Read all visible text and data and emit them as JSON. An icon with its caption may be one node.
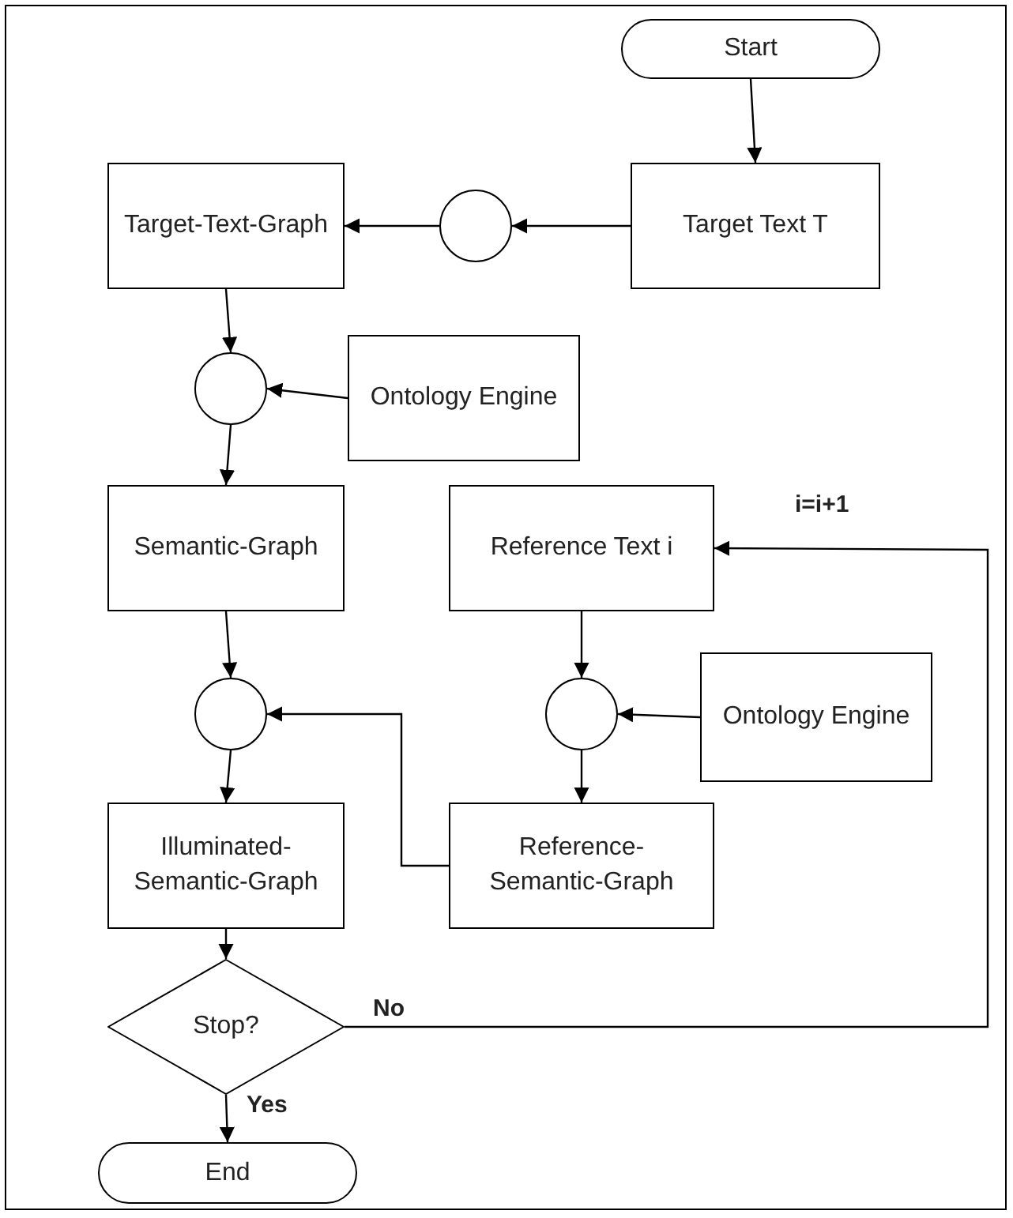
{
  "diagram": {
    "nodes": [
      {
        "text": [
          "Start"
        ]
      },
      {
        "text": [
          "Target Text T"
        ]
      },
      {
        "text": [],
        "shape": "circle"
      },
      {
        "text": [
          "Target-Text-Graph"
        ]
      },
      {
        "text": [],
        "shape": "circle"
      },
      {
        "text": [
          "Ontology Engine"
        ]
      },
      {
        "text": [
          "Semantic-Graph"
        ]
      },
      {
        "text": [
          "Reference Text i"
        ]
      },
      {
        "text": [],
        "shape": "circle"
      },
      {
        "text": [],
        "shape": "circle"
      },
      {
        "text": [
          "Ontology Engine"
        ]
      },
      {
        "text": [
          "Illuminated-Semantic-Graph"
        ]
      },
      {
        "text": [
          "Reference-Semantic-Graph"
        ]
      },
      {
        "text": [
          "Stop?"
        ]
      },
      {
        "text": [
          "End"
        ]
      }
    ],
    "edges": [
      {
        "from": 0,
        "to": 1,
        "arrow": "to"
      },
      {
        "from": 1,
        "to": 2,
        "arrow": "to"
      },
      {
        "from": 2,
        "to": 3,
        "arrow": "to"
      },
      {
        "from": 3,
        "to": 4,
        "arrow": "to"
      },
      {
        "from": 5,
        "to": 4,
        "arrow": "to"
      },
      {
        "from": 4,
        "to": 6,
        "arrow": "to"
      },
      {
        "from": 6,
        "to": 8,
        "arrow": "to"
      },
      {
        "from": 7,
        "to": 9,
        "arrow": "to"
      },
      {
        "from": 10,
        "to": 9,
        "arrow": "to"
      },
      {
        "from": 9,
        "to": 12,
        "arrow": "to"
      },
      {
        "from": 12,
        "to": 8,
        "arrow": "to"
      },
      {
        "from": 8,
        "to": 11,
        "arrow": "to"
      },
      {
        "from": 11,
        "to": 13,
        "arrow": "to"
      },
      {
        "from": 13,
        "to": 14,
        "arrow": "to",
        "label": "Yes"
      },
      {
        "from": 13,
        "to": 7,
        "arrow": "to",
        "label": "No"
      }
    ],
    "labels": [
      "i=i+1"
    ]
  }
}
